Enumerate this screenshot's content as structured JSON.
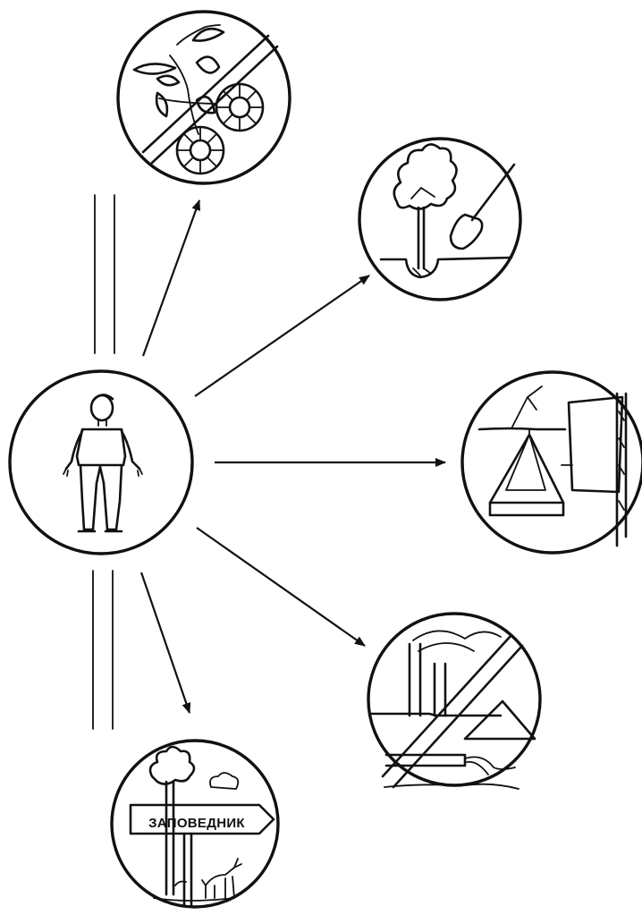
{
  "diagram": {
    "center": {
      "icon": "person-icon"
    },
    "nodes": [
      {
        "id": "no-picking-flowers",
        "icon": "flowers-prohibited-icon"
      },
      {
        "id": "plant-trees",
        "icon": "tree-planting-icon"
      },
      {
        "id": "bird-feeders",
        "icon": "bird-feeder-icon"
      },
      {
        "id": "no-pollution",
        "icon": "pollution-prohibited-icon"
      },
      {
        "id": "nature-reserve",
        "icon": "reserve-sign-icon",
        "sign_text": "ЗАПОВЕДНИК"
      }
    ]
  }
}
